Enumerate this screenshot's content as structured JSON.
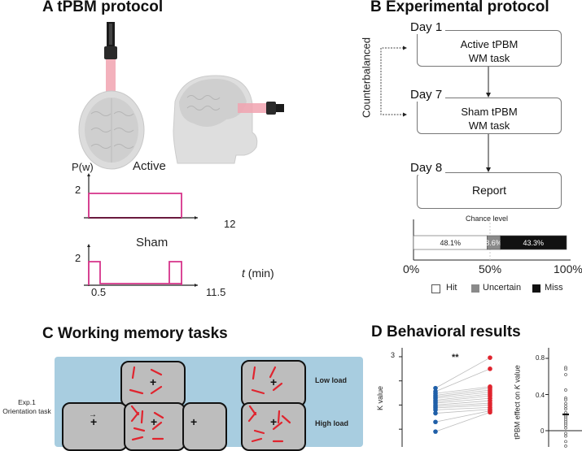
{
  "panelA": {
    "title": "A tPBM protocol",
    "illustration": {
      "views": [
        "top-view-head-with-laser",
        "side-view-head-with-laser"
      ],
      "laser_color": "#e87a8a"
    },
    "active": {
      "label": "Active",
      "ylabel": "P(w)",
      "ytick": "2",
      "xtick": "12",
      "line_color": "#d6338a",
      "segments_min": [
        [
          0,
          12
        ]
      ],
      "power_w": 2,
      "duration_min": 12
    },
    "sham": {
      "label": "Sham",
      "ytick": "2",
      "xtick_start": "0.5",
      "xtick_end": "11.5",
      "xlabel_italic": "t",
      "xlabel_unit": " (min)",
      "line_color": "#d6338a",
      "on_intervals_min": [
        [
          0,
          0.5
        ],
        [
          11.5,
          12
        ]
      ],
      "power_w": 2
    }
  },
  "panelB": {
    "title": "B Experimental protocol",
    "side_label": "Counterbalanced",
    "steps": [
      {
        "day": "Day 1",
        "line1": "Active tPBM",
        "line2": "WM task"
      },
      {
        "day": "Day 7",
        "line1": "Sham tPBM",
        "line2": "WM task"
      },
      {
        "day": "Day 8",
        "line1": "Report",
        "line2": ""
      }
    ],
    "report_chart": {
      "chance_label": "Chance level",
      "axis_ticks": [
        "0%",
        "50%",
        "100%"
      ],
      "segments": [
        {
          "name": "Hit",
          "value": 48.1,
          "label": "48.1%",
          "color": "#ffffff"
        },
        {
          "name": "Uncertain",
          "value": 8.6,
          "label": "8.6%",
          "color": "#8a8a8a"
        },
        {
          "name": "Miss",
          "value": 43.3,
          "label": "43.3%",
          "color": "#111111"
        }
      ],
      "legend": [
        "Hit",
        "Uncertain",
        "Miss"
      ]
    }
  },
  "panelC": {
    "title": "C Working memory tasks",
    "row_label_line1": "Exp.1",
    "row_label_line2": "Orientation task",
    "low_load_label": "Low load",
    "high_load_label": "High load",
    "fixation": "+",
    "bg_color": "#a8cde0",
    "screen_color": "#bdbdbd",
    "stimulus_color": "#e0242e"
  },
  "panelD": {
    "title": "D  Behavioral results",
    "left_plot": {
      "ylabel": "K value",
      "ytick_top": "3",
      "significance": "**",
      "sham_color": "#1f5fa8",
      "active_color": "#e0242e",
      "sham_values": [
        2.35,
        2.28,
        2.24,
        2.2,
        2.17,
        2.14,
        2.1,
        2.07,
        2.04,
        2.0,
        1.97,
        1.94,
        1.9,
        1.83,
        1.65,
        1.45
      ],
      "active_values": [
        2.98,
        2.75,
        2.38,
        2.35,
        2.31,
        2.27,
        2.23,
        2.19,
        2.14,
        2.09,
        2.04,
        2.0,
        1.95,
        1.91,
        1.88,
        1.85
      ],
      "ylim": [
        1.2,
        3.05
      ]
    },
    "right_plot": {
      "ylabel_prefix": "tPBM effect on ",
      "ylabel_italic": "K",
      "ylabel_suffix": " value",
      "yticks": [
        "0.8",
        "0.4",
        "0"
      ],
      "values": [
        0.7,
        0.68,
        0.62,
        0.45,
        0.36,
        0.34,
        0.3,
        0.27,
        0.24,
        0.2,
        0.16,
        0.14,
        0.12,
        0.1,
        0.08,
        0.06,
        0.03,
        -0.03,
        -0.06,
        -0.12,
        -0.17
      ],
      "mean": 0.18,
      "ylim": [
        -0.2,
        0.9
      ]
    }
  }
}
